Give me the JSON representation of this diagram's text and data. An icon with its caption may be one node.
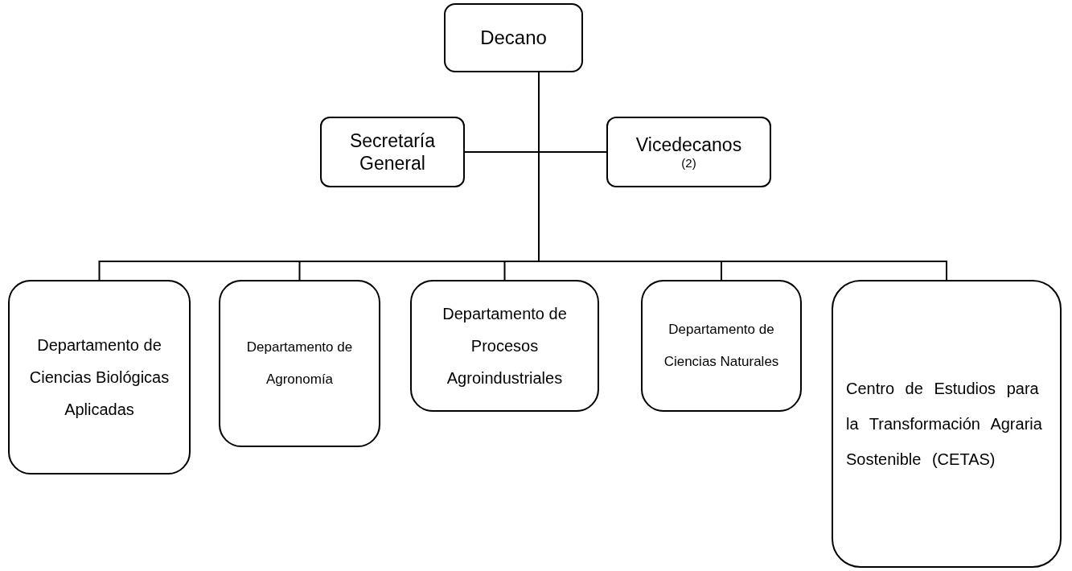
{
  "diagram": {
    "nodes": [
      {
        "text": [
          "Decano"
        ]
      },
      {
        "text": [
          "Secretaría General"
        ]
      },
      {
        "text": [
          "Vicedecanos",
          "(2)"
        ]
      },
      {
        "text": [
          "Departamento de Ciencias Biológicas Aplicadas"
        ]
      },
      {
        "text": [
          "Departamento de Agronomía"
        ]
      },
      {
        "text": [
          "Departamento de Procesos Agroindustriales"
        ]
      },
      {
        "text": [
          "Departamento de Ciencias Naturales"
        ]
      },
      {
        "text": [
          "Centro de Estudios para la Transformación Agraria Sostenible (CETAS)"
        ]
      }
    ],
    "edges": [
      {
        "from": 0,
        "to": 1,
        "arrow": "none"
      },
      {
        "from": 0,
        "to": 2,
        "arrow": "none"
      },
      {
        "from": 0,
        "to": 3,
        "arrow": "none"
      },
      {
        "from": 0,
        "to": 4,
        "arrow": "none"
      },
      {
        "from": 0,
        "to": 5,
        "arrow": "none"
      },
      {
        "from": 0,
        "to": 6,
        "arrow": "none"
      },
      {
        "from": 0,
        "to": 7,
        "arrow": "none"
      }
    ]
  }
}
